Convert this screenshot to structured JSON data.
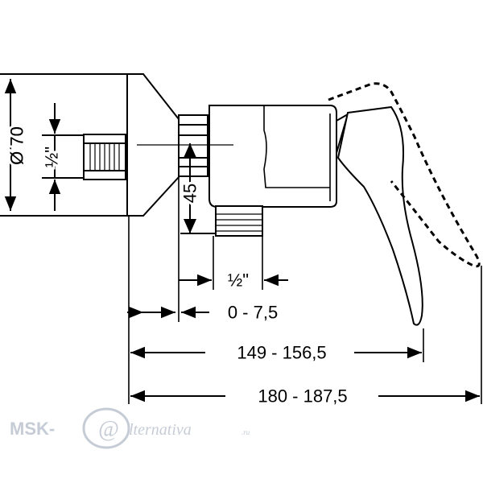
{
  "dimensions": {
    "outer_diameter": "Ø 70",
    "inlet_thread_vertical": "½\"",
    "height_45": "45",
    "outlet_thread": "½\"",
    "offset_range": "0 - 7,5",
    "length_inner": "149 - 156,5",
    "length_outer": "180 - 187,5"
  },
  "watermark": {
    "prefix": "MSK-",
    "at_symbol": "@",
    "suffix": "lternativa",
    "tld": ".ru"
  },
  "colors": {
    "line": "#000000",
    "watermark": "#c6ccd6"
  }
}
